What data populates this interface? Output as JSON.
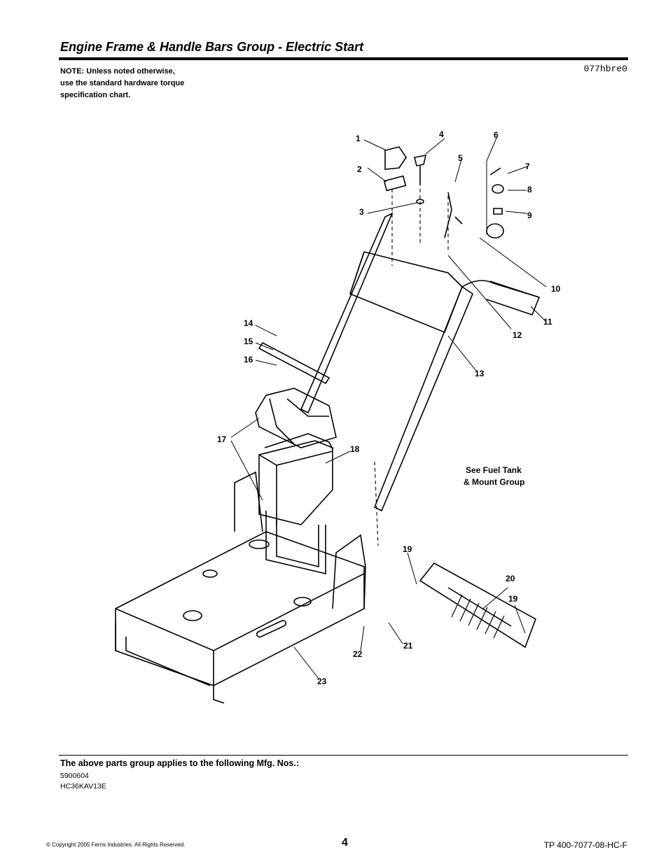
{
  "header": {
    "title": "Engine Frame & Handle Bars Group - Electric Start",
    "note_lines": [
      "NOTE: Unless noted otherwise,",
      "use the standard hardware torque",
      "specification chart."
    ],
    "diagram_code": "077hbre0"
  },
  "diagram": {
    "callouts": [
      "1",
      "2",
      "3",
      "4",
      "5",
      "6",
      "7",
      "8",
      "9",
      "10",
      "11",
      "12",
      "13",
      "14",
      "15",
      "16",
      "17",
      "18",
      "19",
      "20",
      "19",
      "21",
      "22",
      "23"
    ],
    "reference_lines": [
      "See Fuel Tank",
      "& Mount Group"
    ]
  },
  "footer_section": {
    "applies_text": "The above parts group applies to the following Mfg. Nos.:",
    "mfg_numbers": [
      "5900604",
      "HC36KAV13E"
    ]
  },
  "footer": {
    "copyright": "© Copyright  2005 Ferris Industries. All Rights Reserved.",
    "page_number": "4",
    "doc_number": "TP 400-7077-08-HC-F"
  }
}
